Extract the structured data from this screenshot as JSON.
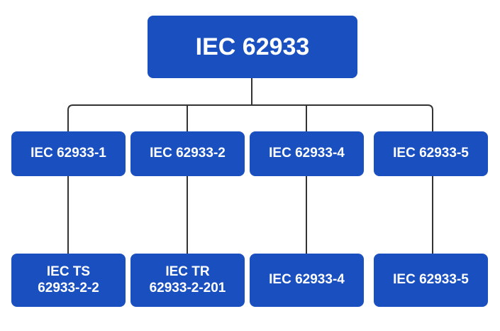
{
  "diagram": {
    "root": {
      "label": "IEC 62933"
    },
    "children": [
      {
        "label": "IEC 62933-1",
        "child": {
          "label": "IEC TS\n62933-2-2"
        }
      },
      {
        "label": "IEC 62933-2",
        "child": {
          "label": "IEC TR\n62933-2-201"
        }
      },
      {
        "label": "IEC 62933-4",
        "child": {
          "label": "IEC 62933-4"
        }
      },
      {
        "label": "IEC 62933-5",
        "child": {
          "label": "IEC 62933-5"
        }
      }
    ],
    "colors": {
      "node_fill": "#1a4fbf",
      "node_text": "#ffffff",
      "connector": "#333333"
    }
  }
}
